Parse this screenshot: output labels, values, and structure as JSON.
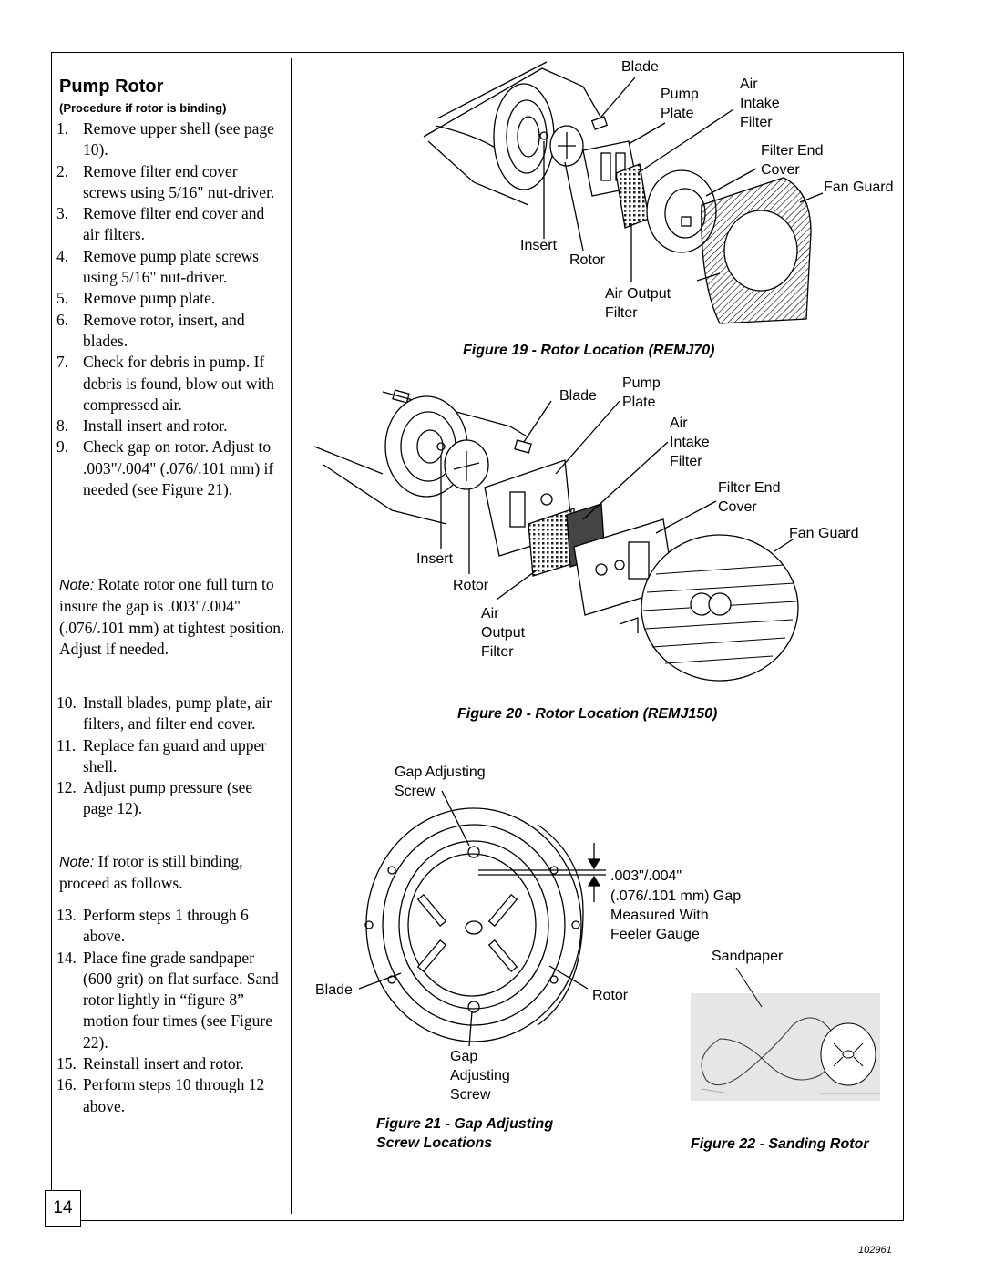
{
  "section": {
    "title": "Pump Rotor",
    "subtitle": "(Procedure if rotor is binding)"
  },
  "steps_a": [
    {
      "num": "1.",
      "text": "Remove upper shell (see page 10)."
    },
    {
      "num": "2.",
      "text": "Remove filter end cover screws using 5/16\" nut-driver."
    },
    {
      "num": "3.",
      "text": "Remove filter end cover and air filters."
    },
    {
      "num": "4.",
      "text": "Remove pump plate screws using 5/16\" nut-driver."
    },
    {
      "num": "5.",
      "text": "Remove pump plate."
    },
    {
      "num": "6.",
      "text": "Remove rotor, insert, and blades."
    },
    {
      "num": "7.",
      "text": "Check for debris in pump. If debris is found, blow out with compressed air."
    },
    {
      "num": "8.",
      "text": "Install insert and rotor."
    },
    {
      "num": "9.",
      "text": "Check gap on rotor. Adjust to .003\"/.004\" (.076/.101 mm) if needed (see Figure 21)."
    }
  ],
  "note1": {
    "label": "Note:",
    "text": " Rotate rotor one full turn to insure the gap is .003\"/.004\" (.076/.101 mm) at tightest position. Adjust if needed."
  },
  "steps_b": [
    {
      "num": "10.",
      "text": "Install blades, pump plate, air filters, and filter end cover."
    },
    {
      "num": "11.",
      "text": "Replace fan guard and upper shell."
    },
    {
      "num": "12.",
      "text": "Adjust pump pressure (see page 12)."
    }
  ],
  "note2": {
    "label": "Note:",
    "text": " If rotor is still binding, proceed as follows."
  },
  "steps_c": [
    {
      "num": "13.",
      "text": "Perform steps 1 through 6 above."
    },
    {
      "num": "14.",
      "text": "Place fine grade sandpaper (600 grit) on flat surface. Sand rotor lightly in “figure 8” motion four times (see Figure 22)."
    },
    {
      "num": "15.",
      "text": "Reinstall insert and rotor."
    },
    {
      "num": "16.",
      "text": "Perform steps 10 through 12 above."
    }
  ],
  "fig19": {
    "caption": "Figure 19 - Rotor Location (REMJ70)",
    "labels": {
      "blade": "Blade",
      "pump_plate_1": "Pump",
      "pump_plate_2": "Plate",
      "air_intake_1": "Air",
      "air_intake_2": "Intake",
      "air_intake_3": "Filter",
      "filter_end_1": "Filter End",
      "filter_end_2": "Cover",
      "fan_guard": "Fan Guard",
      "insert": "Insert",
      "rotor": "Rotor",
      "air_output_1": "Air Output",
      "air_output_2": "Filter"
    }
  },
  "fig20": {
    "caption": "Figure 20 - Rotor Location (REMJ150)",
    "labels": {
      "blade": "Blade",
      "pump_1": "Pump",
      "pump_2": "Plate",
      "air_intake_1": "Air",
      "air_intake_2": "Intake",
      "air_intake_3": "Filter",
      "filter_end_1": "Filter End",
      "filter_end_2": "Cover",
      "fan_guard": "Fan Guard",
      "insert": "Insert",
      "rotor": "Rotor",
      "air_output_1": "Air",
      "air_output_2": "Output",
      "air_output_3": "Filter"
    }
  },
  "fig21": {
    "caption_1": "Figure 21 - Gap Adjusting",
    "caption_2": "Screw Locations",
    "labels": {
      "gap_top_1": "Gap Adjusting",
      "gap_top_2": "Screw",
      "gap_meas_1": ".003\"/.004\"",
      "gap_meas_2": "(.076/.101 mm) Gap",
      "gap_meas_3": "Measured With",
      "gap_meas_4": "Feeler Gauge",
      "blade": "Blade",
      "rotor": "Rotor",
      "gap_bottom_1": "Gap",
      "gap_bottom_2": "Adjusting",
      "gap_bottom_3": "Screw"
    }
  },
  "fig22": {
    "caption": "Figure 22 - Sanding Rotor",
    "labels": {
      "sandpaper": "Sandpaper"
    }
  },
  "page_number": "14",
  "doc_id": "102961"
}
